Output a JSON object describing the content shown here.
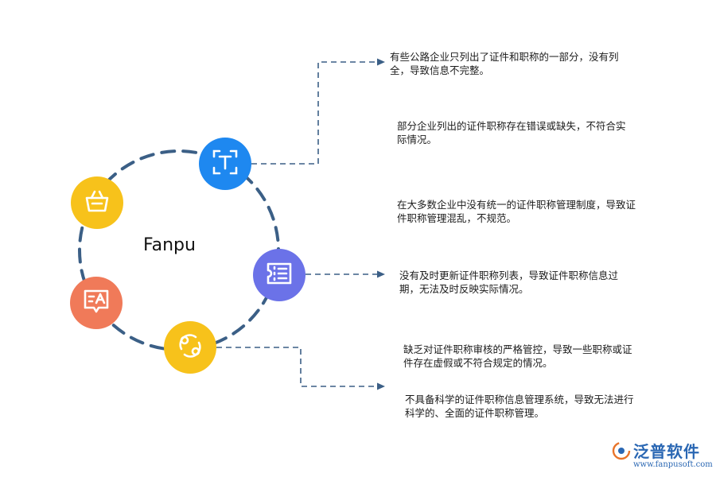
{
  "diagram": {
    "center_label": "Fanpu",
    "nodes": [
      {
        "icon": "basket-icon",
        "color": "#f7c21b"
      },
      {
        "icon": "text-scan-icon",
        "color": "#1e88f0"
      },
      {
        "icon": "list-card-icon",
        "color": "#6b72e8"
      },
      {
        "icon": "swap-circle-icon",
        "color": "#f7c21b"
      },
      {
        "icon": "translate-chat-icon",
        "color": "#f07a59"
      }
    ],
    "callouts": [
      "有些公路企业只列出了证件和职称的一部分，没有列全，导致信息不完整。",
      "部分企业列出的证件职称存在错误或缺失，不符合实际情况。",
      "在大多数企业中没有统一的证件职称管理制度，导致证件职称管理混乱，不规范。",
      "没有及时更新证件职称列表，导致证件职称信息过期，无法及时反映实际情况。",
      "缺乏对证件职称审核的严格管控，导致一些职称或证件存在虚假或不符合规定的情况。",
      "不具备科学的证件职称信息管理系统，导致无法进行科学的、全面的证件职称管理。"
    ],
    "line_color": "#3b5f86"
  },
  "logo": {
    "title": "泛普软件",
    "url": "www.fanpusoft.com"
  }
}
